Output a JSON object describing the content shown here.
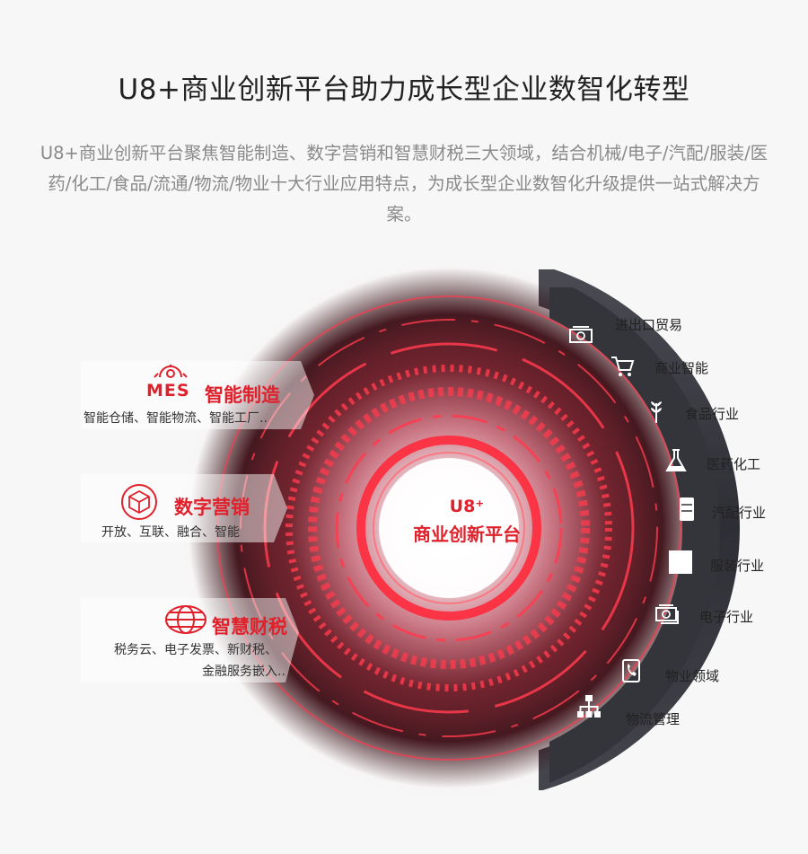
{
  "title": "U8+商业创新平台助力成长型企业数智化转型",
  "description": "U8+商业创新平台聚焦智能制造、数字营销和智慧财税三大领域，结合机械/电子/汽配/服装/医药/化工/食品/流通/物流/物业十大行业应用特点，为成长型企业数智化升级提供一站式解决方案。",
  "center": {
    "line1": "U8⁺",
    "line2": "商业创新平台"
  },
  "categories": [
    {
      "badge": "MES",
      "icon": "gear-mes-icon",
      "title": "智能制造",
      "desc": "智能仓储、智能物流、智能工厂.."
    },
    {
      "icon": "cube-icon",
      "title": "数字营销",
      "desc": "开放、互联、融合、智能"
    },
    {
      "icon": "globe-icon",
      "title": "智慧财税",
      "desc_line1": "税务云、电子发票、新财税、",
      "desc_line2": "金融服务嵌入.."
    }
  ],
  "industries": [
    {
      "label": "进出口贸易",
      "icon": "cash-icon"
    },
    {
      "label": "商业智能",
      "icon": "cart-icon"
    },
    {
      "label": "食品行业",
      "icon": "wheat-icon"
    },
    {
      "label": "医药化工",
      "icon": "flask-icon"
    },
    {
      "label": "汽配行业",
      "icon": "battery-icon"
    },
    {
      "label": "服装行业",
      "icon": "clothing-icon"
    },
    {
      "label": "电子行业",
      "icon": "device-icon"
    },
    {
      "label": "物业领域",
      "icon": "phone-icon"
    },
    {
      "label": "物流管理",
      "icon": "network-icon"
    }
  ],
  "colors": {
    "accent": "#e0212c",
    "ring": "#ff3b4e",
    "arc": "#3b3b42"
  }
}
